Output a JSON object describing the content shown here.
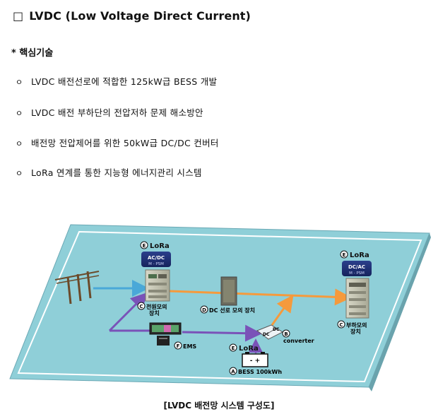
{
  "heading": {
    "box": "□",
    "text": "LVDC (Low Voltage Direct Current)"
  },
  "subheading": "* 핵심기술",
  "bullets": [
    {
      "mark": "ㅇ",
      "text": "LVDC 배전선로에 적합한 125kW급 BESS 개발"
    },
    {
      "mark": "ㅇ",
      "text": "LVDC 배전 부하단의 전압저하 문제 해소방안"
    },
    {
      "mark": "ㅇ",
      "text": "배전망 전압제어를 위한 50kW급 DC/DC 컨버터"
    },
    {
      "mark": "ㅇ",
      "text": "LoRa 연계를 통한 지능형 에너지관리 시스템"
    }
  ],
  "diagram": {
    "lora_left": {
      "badge": "E",
      "text": "LoRa"
    },
    "lora_right": {
      "badge": "E",
      "text": "LoRa"
    },
    "lora_bottom": {
      "badge": "E",
      "text": "LoRa"
    },
    "acdc_panel": {
      "line1": "AC/DC",
      "line2": "M - PSM"
    },
    "dcac_panel": {
      "line1": "DC/AC",
      "line2": "M - PSM"
    },
    "source": {
      "badge": "C",
      "line1": "전원모의",
      "line2": "장치"
    },
    "dc_line": {
      "badge": "D",
      "text": "DC 선로 모의 장치"
    },
    "converter": {
      "badge": "B",
      "text": "converter",
      "box_top": "DC",
      "box_bottom": "DC"
    },
    "load": {
      "badge": "C",
      "line1": "부하모의",
      "line2": "장치"
    },
    "ems": {
      "badge": "F",
      "text": "EMS"
    },
    "bess": {
      "badge": "A",
      "text": "BESS 100kWh",
      "battery": "-  +"
    },
    "colors": {
      "floor": "#8fcfd8",
      "accent_blue": "#4aa8d8",
      "accent_orange": "#f59a3c",
      "accent_purple": "#7a52b8"
    }
  },
  "caption": "[LVDC 배전망 시스템 구성도]"
}
